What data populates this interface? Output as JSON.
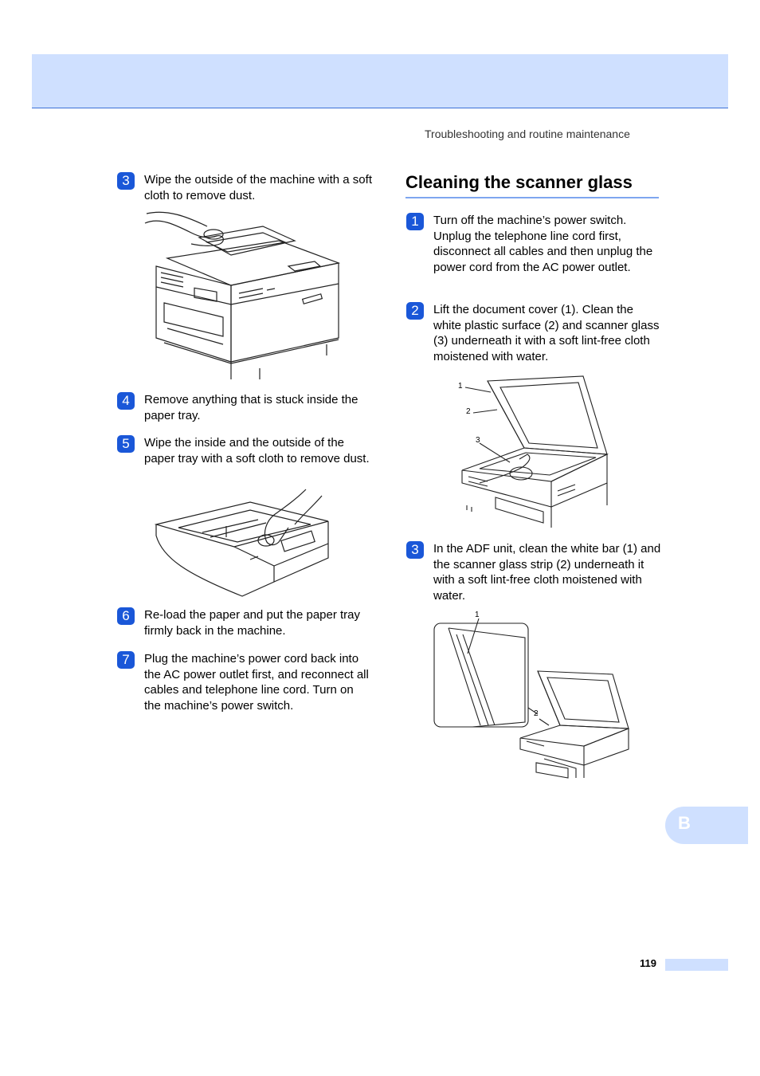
{
  "header": {
    "running_head": "Troubleshooting and routine maintenance"
  },
  "left_steps": [
    {
      "number": "3",
      "text": "Wipe the outside of the machine with a soft cloth to remove dust."
    },
    {
      "number": "4",
      "text": "Remove anything that is stuck inside the paper tray."
    },
    {
      "number": "5",
      "text": "Wipe the inside and the outside of the paper tray with a soft cloth to remove dust."
    },
    {
      "number": "6",
      "text": "Re-load the paper and put the paper tray firmly back in the machine."
    },
    {
      "number": "7",
      "text": "Plug the machine’s power cord back into the AC power outlet first, and reconnect all cables and telephone line cord. Turn on the machine’s power switch."
    }
  ],
  "section": {
    "title": "Cleaning the scanner glass"
  },
  "right_steps": [
    {
      "number": "1",
      "text": "Turn off the machine’s power switch. Unplug the telephone line cord first, disconnect all cables and then unplug the power cord from the AC power outlet."
    },
    {
      "number": "2",
      "text": "Lift the document cover (1). Clean the white plastic surface (2) and scanner glass (3) underneath it with a soft lint-free cloth moistened with water."
    },
    {
      "number": "3",
      "text": "In the ADF unit, clean the white bar (1) and the scanner glass strip (2) underneath it with a soft lint-free cloth moistened with water."
    }
  ],
  "figure_labels": {
    "cover_fig": [
      "1",
      "2",
      "3"
    ],
    "adf_fig": [
      "1",
      "2"
    ]
  },
  "side_tab": {
    "letter": "B"
  },
  "footer": {
    "page_number": "119"
  },
  "colors": {
    "accent_blue": "#1a57d8",
    "band_blue": "#cfe0ff",
    "rule_blue": "#7ea6ef"
  }
}
